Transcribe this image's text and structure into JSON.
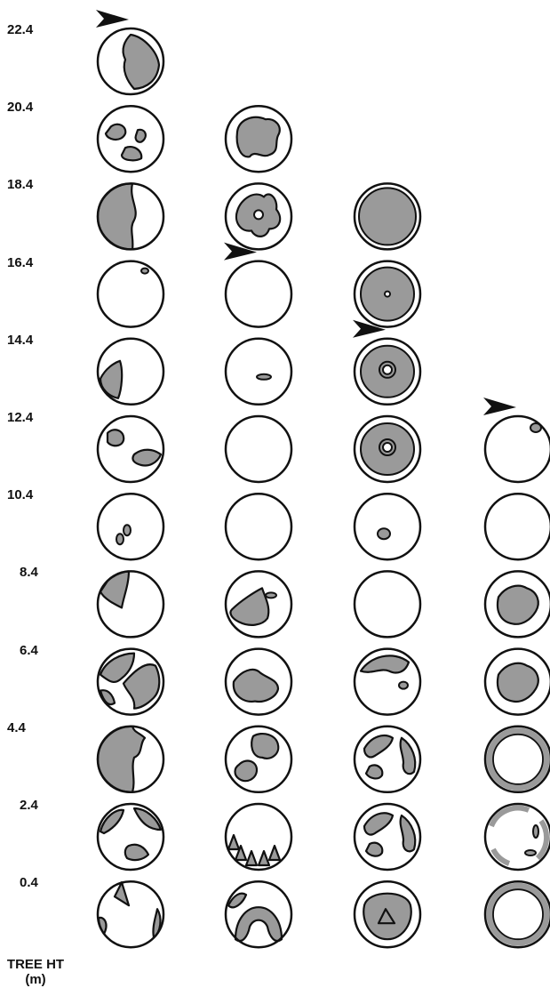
{
  "axis": {
    "title_line1": "TREE HT",
    "title_line2": "(m)"
  },
  "colors": {
    "ink": "#111111",
    "stain": "#9a9a9a"
  },
  "columns": 4,
  "rows": [
    {
      "height": "22.4",
      "cells": [
        {
          "type": "half-blob",
          "arrow": true
        },
        null,
        null,
        null
      ]
    },
    {
      "height": "20.4",
      "cells": [
        {
          "type": "three-blobs"
        },
        {
          "type": "large-blob"
        },
        null,
        null
      ]
    },
    {
      "height": "18.4",
      "cells": [
        {
          "type": "half-left"
        },
        {
          "type": "blob-with-hole"
        },
        {
          "type": "full-ring"
        },
        null
      ]
    },
    {
      "height": "16.4",
      "cells": [
        {
          "type": "tiny-spot"
        },
        {
          "type": "empty",
          "arrow": true
        },
        {
          "type": "ring-with-dot"
        },
        null
      ]
    },
    {
      "height": "14.4",
      "cells": [
        {
          "type": "corner-blob"
        },
        {
          "type": "small-ellipse"
        },
        {
          "type": "ring-with-hole",
          "arrow": true
        },
        null
      ]
    },
    {
      "height": "12.4",
      "cells": [
        {
          "type": "two-patches"
        },
        {
          "type": "empty"
        },
        {
          "type": "ring-with-hole"
        },
        {
          "type": "edge-spot",
          "arrow": true
        }
      ]
    },
    {
      "height": "10.4",
      "cells": [
        {
          "type": "two-ellipses"
        },
        {
          "type": "empty"
        },
        {
          "type": "small-blob"
        },
        {
          "type": "empty"
        }
      ]
    },
    {
      "height": "8.4",
      "cells": [
        {
          "type": "wedge-top"
        },
        {
          "type": "lower-blob"
        },
        {
          "type": "empty"
        },
        {
          "type": "center-blob"
        }
      ]
    },
    {
      "height": "6.4",
      "cells": [
        {
          "type": "multi-patch"
        },
        {
          "type": "mid-blob"
        },
        {
          "type": "top-patch"
        },
        {
          "type": "center-blob"
        }
      ]
    },
    {
      "height": "4.4",
      "cells": [
        {
          "type": "half-left-notch"
        },
        {
          "type": "stacked-blobs"
        },
        {
          "type": "rim-patches"
        },
        {
          "type": "thin-ring"
        }
      ]
    },
    {
      "height": "2.4",
      "cells": [
        {
          "type": "cross-patches"
        },
        {
          "type": "teeth"
        },
        {
          "type": "rim-patches"
        },
        {
          "type": "ring-fragments"
        }
      ]
    },
    {
      "height": "0.4",
      "cells": [
        {
          "type": "edge-wedges"
        },
        {
          "type": "arch"
        },
        {
          "type": "horseshoe"
        },
        {
          "type": "thin-ring"
        }
      ]
    }
  ]
}
